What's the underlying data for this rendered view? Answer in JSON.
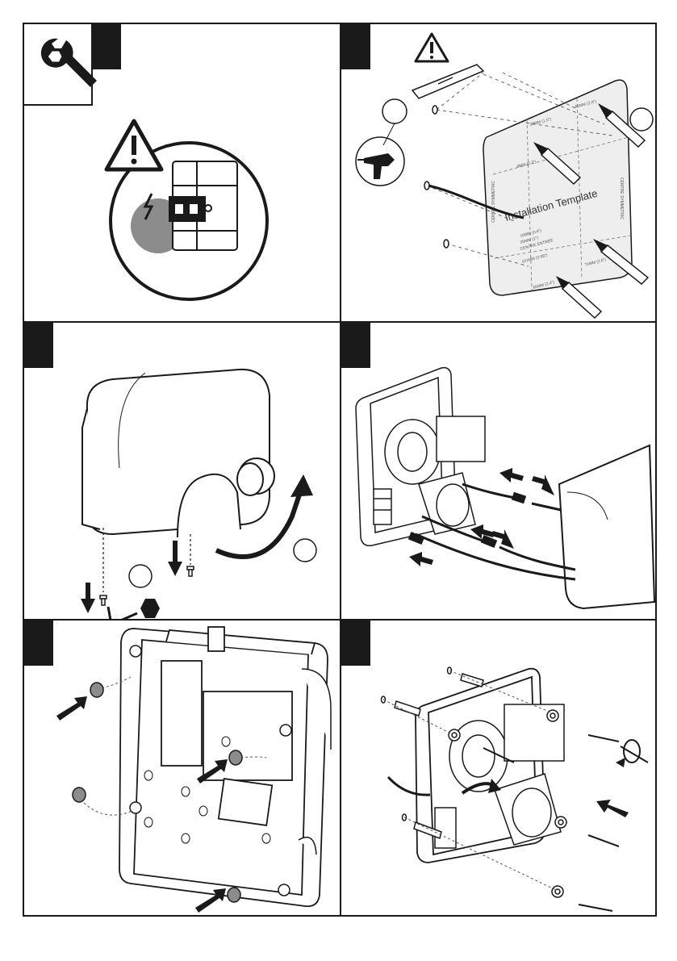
{
  "template": {
    "title": "Installation Template",
    "dims": {
      "top_center": "38MM\n(1.5\")",
      "top_right": "66MM\n(2.6\")",
      "left_mid": "8MM (0.3\")",
      "center_a": "16MM (0.6\")",
      "center_b": "25MM (1\")",
      "center_c": "CENTRE ENTRÉE",
      "bottom_a": "101MM (3.98\")",
      "bottom_b": "60MM (2.4\")",
      "right_mid": "72MM (2.8\")",
      "side_left": "CENTRE SYMMETRIC",
      "side_right": "CENTRE SYMMETRIC"
    }
  },
  "icons": {
    "tool": "wrench-icon",
    "warning": "warning-triangle-icon",
    "drill": "drill-icon"
  },
  "colors": {
    "ink": "#1a1a1a",
    "grey_circle": "#8c8c8c",
    "template_fill": "#eeeeee"
  }
}
